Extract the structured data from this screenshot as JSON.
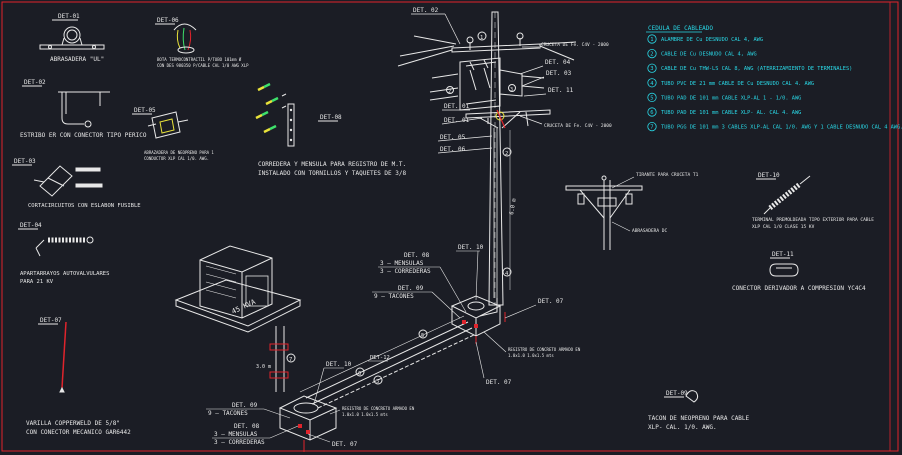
{
  "colors": {
    "background": "#1b1d25",
    "line": "#e8e8e8",
    "cyan": "#29d8e6",
    "green": "#3ee06b",
    "yellow": "#e8e23a",
    "red": "#e0242c",
    "frame": "#e0242c"
  },
  "details": {
    "det01": {
      "tag": "DET-01",
      "caption": "ABRASADERA \"UL\""
    },
    "det02": {
      "tag": "DET-02",
      "caption": "ESTRIBO ER CON CONECTOR TIPO PERICO"
    },
    "det03": {
      "tag": "DET-03",
      "caption": "CORTACIRCUITOS CON ESLABON FUSIBLE"
    },
    "det04": {
      "tag": "DET-04",
      "caption1": "APARTARRAYOS AUTOVALVULARES",
      "caption2": "PARA 21 KV"
    },
    "det05": {
      "tag": "DET-05",
      "caption1": "ABRAZADERA DE NEOPRENO PARA 1",
      "caption2": "CONDUCTOR XLP CAL 1/0. AWG."
    },
    "det06": {
      "tag": "DET-06",
      "caption1": "BOTA TERMOCONTRACTIL P/TUBO 101mm Ø",
      "caption2": "CON DES 980350 P/CABLE CAL 1/0 AWG XLP"
    },
    "det07": {
      "tag": "DET-07",
      "caption1": "VARILLA COPPERWELD DE 5/8\"",
      "caption2": "CON CONECTOR MECANICO GAR6442"
    },
    "det08": {
      "tag": "DET-08",
      "caption1": "CORREDERA Y MENSULA PARA REGISTRO DE M.T.",
      "caption2": "INSTALADO CON TORNILLOS Y TAQUETES DE 3/8"
    },
    "det09": {
      "tag": "DET-09",
      "caption1": "TACON DE NEOPRENO PARA CABLE",
      "caption2": "XLP- CAL. 1/0. AWG."
    },
    "det10": {
      "tag": "DET-10",
      "caption1": "TERMINAL PREMOLDEADA TIPO EXTERIOR PARA CABLE",
      "caption2": "XLP CAL 1/0 CLASE 15 KV"
    },
    "det11": {
      "tag": "DET-11",
      "caption": "CONECTOR DERIVADOR A COMPRESION YC4C4"
    }
  },
  "pole_callouts": {
    "det02": "DET. 02",
    "det04": "DET. 04",
    "det03": "DET. 03",
    "det11": "DET. 11",
    "det01a": "DET. 01",
    "det01b": "DET. 01",
    "det05": "DET. 05",
    "det06": "DET. 06",
    "cruceta_top": "CRUCETA DE Fe. C4V - 2000",
    "cruceta_bottom": "CRUCETA DE Fe. C4V - 2000",
    "height": "6.0 m"
  },
  "crossarm_detail": {
    "tirante": "TIRANTE PARA CRUCETA T1",
    "abrasadera": "ABRASADERA DC"
  },
  "cable_schedule": {
    "title": "CEDULA DE CABLEADO",
    "items": [
      {
        "num": "1",
        "text": "ALAMBRE DE Cu DESNUDO CAL 4, AWG"
      },
      {
        "num": "2",
        "text": "CABLE DE Cu DESNUDO CAL 4, AWG"
      },
      {
        "num": "3",
        "text": "CABLE DE Cu THW-LS CAL 8, AWG (ATERRIZAMIENTO DE TERMINALES)"
      },
      {
        "num": "4",
        "text": "TUBO PVC DE 21 mm CABLE DE Cu DESNUDO CAL 4. AWG"
      },
      {
        "num": "5",
        "text": "TUBO PAD DE 101 mm CABLE XLP-AL    1 - 1/0. AWG"
      },
      {
        "num": "6",
        "text": "TUBO PAD DE 101 mm CABLE XLP- AL. CAL 4. AWG"
      },
      {
        "num": "7",
        "text": "TUBO PGG DE 101 mm 3 CABLES XLP-AL CAL 1/0. AWG Y 1 CABLE DESNUDO CAL 4 AWG."
      }
    ]
  },
  "transformer": {
    "rating": "45 KVA"
  },
  "registro_upper": {
    "det08": "DET. 08",
    "mensulas": "3 — MENSULAS",
    "correderas": "3 — CORREDERAS",
    "det09": "DET. 09",
    "tacones": "9 — TACONES",
    "det10": "DET. 10",
    "det07": "DET. 07",
    "det07b": "DET. 07",
    "note": "REGISTRO DE CONCRETO ARMADO EN",
    "note2": "1.0x1.0 1.0x1.5 mts"
  },
  "registro_lower": {
    "det09": "DET. 09",
    "tacones": "9 — TACONES",
    "det08": "DET. 08",
    "mensulas": "3 — MENSULAS",
    "correderas": "3 — CORREDERAS",
    "det10": "DET. 10",
    "det07": "DET. 07",
    "note": "REGISTRO DE CONCRETO ARMADO EN",
    "note2": "1.0x1.0 1.0x1.5 mts"
  },
  "duct": {
    "label": "DET-12",
    "mark5": "5",
    "mark6": "6",
    "mark7": "7",
    "mark2": "2",
    "mark4": "4"
  },
  "dim": {
    "side": "3.0 m"
  }
}
